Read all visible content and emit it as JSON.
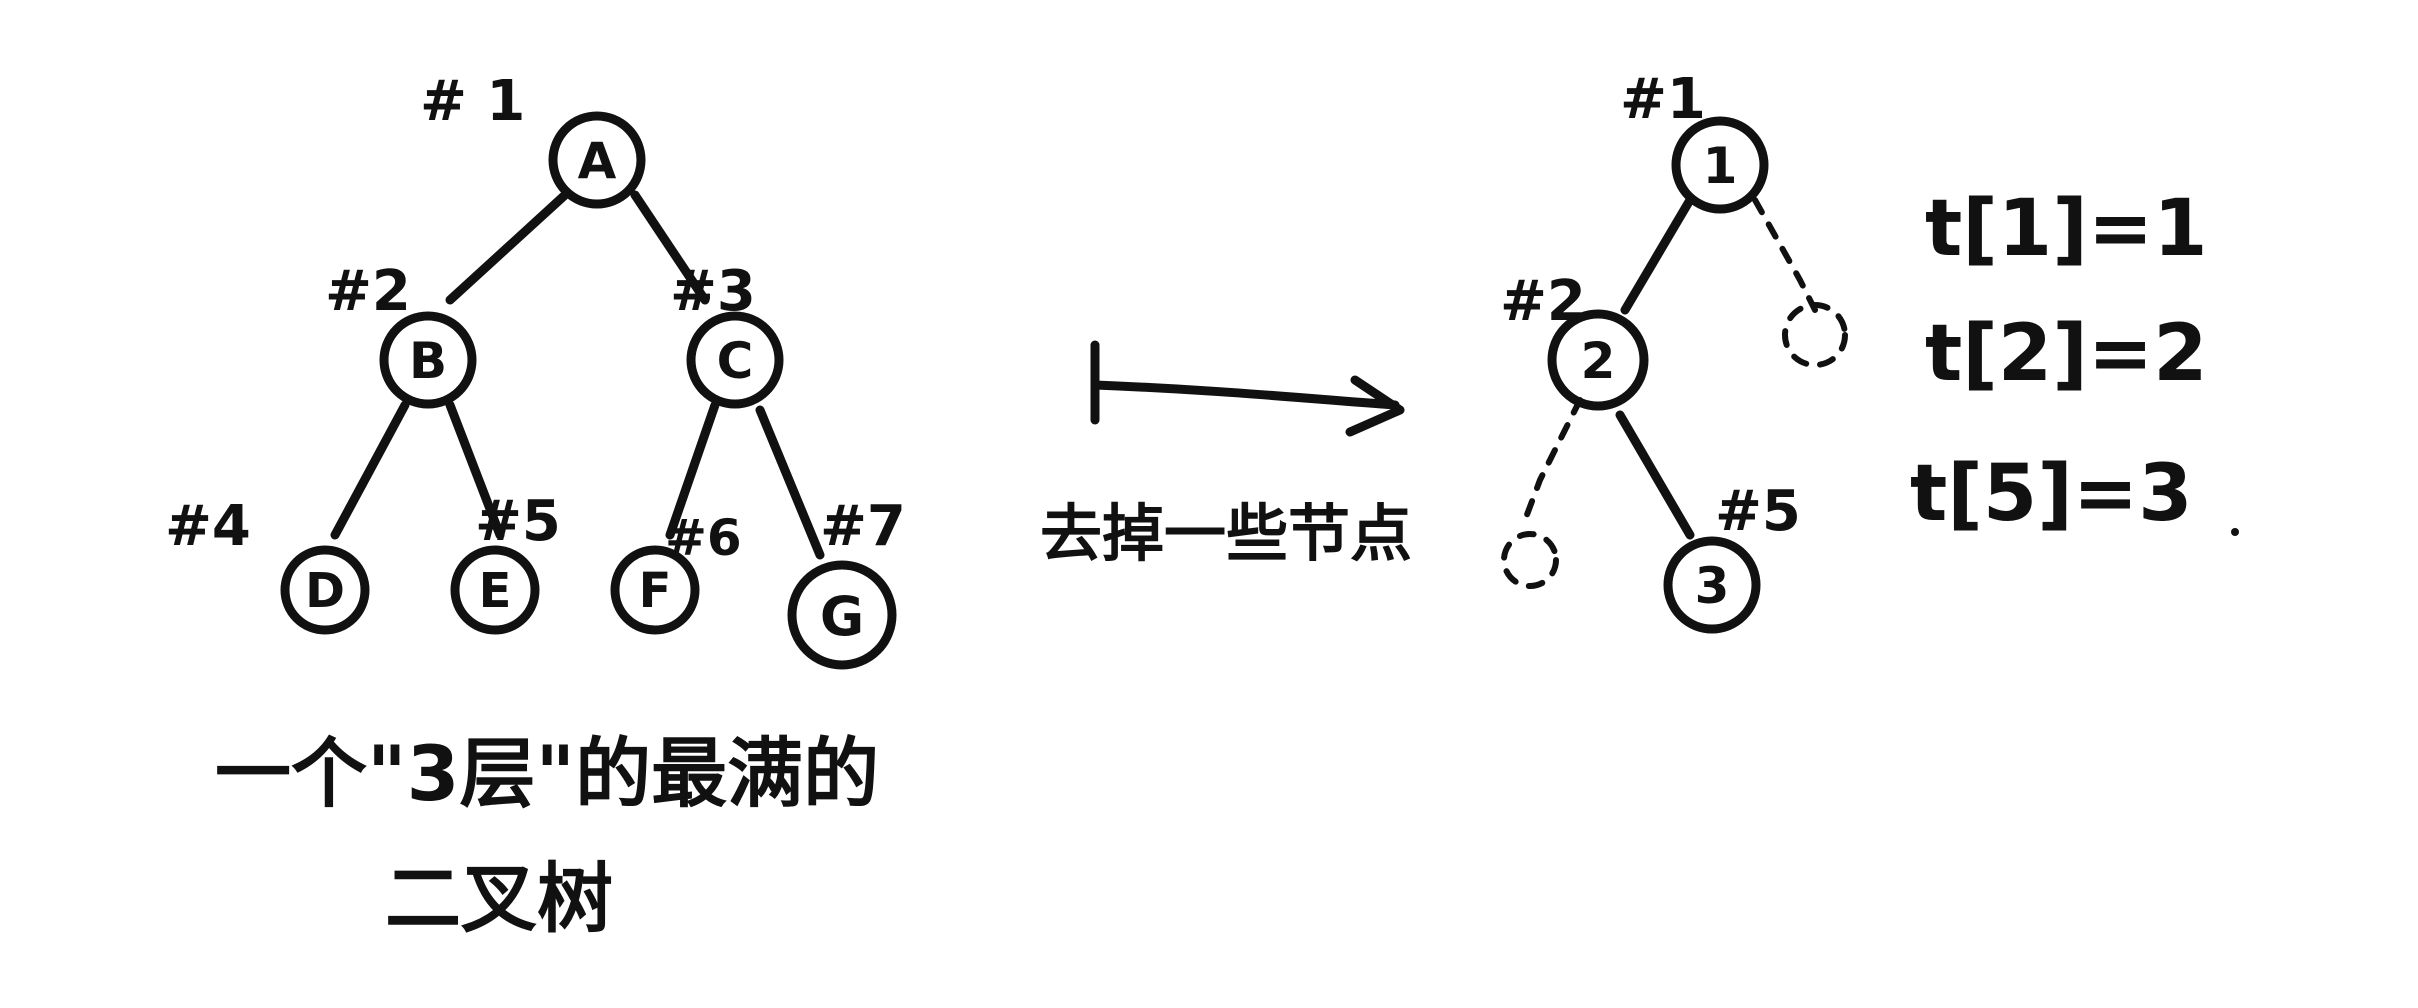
{
  "full_tree": {
    "nodes": [
      {
        "label": "A",
        "index": "# 1"
      },
      {
        "label": "B",
        "index": "#2"
      },
      {
        "label": "C",
        "index": "#3"
      },
      {
        "label": "D",
        "index": "#4"
      },
      {
        "label": "E",
        "index": "#5"
      },
      {
        "label": "F",
        "index": "#6"
      },
      {
        "label": "G",
        "index": "#7"
      }
    ],
    "caption_line1": "一个\"3层\"的最满的",
    "caption_line2": "二叉树"
  },
  "arrow_label": "去掉一些节点",
  "pruned_tree": {
    "nodes": [
      {
        "label": "1",
        "index": "#1"
      },
      {
        "label": "2",
        "index": "#2"
      },
      {
        "label": "3",
        "index": "#5"
      }
    ]
  },
  "mapping": [
    {
      "text": "t[1]=1"
    },
    {
      "text": "t[2]=2"
    },
    {
      "text": "t[5]=3"
    }
  ]
}
